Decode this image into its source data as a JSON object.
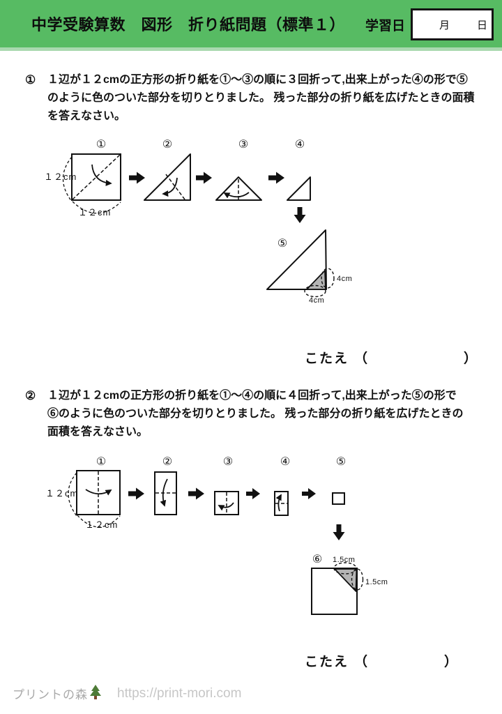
{
  "header": {
    "title": "中学受験算数　図形　折り紙問題（標準１）",
    "study_date_label": "学習日",
    "date_box": {
      "month": "月",
      "day": "日"
    }
  },
  "problem1": {
    "number": "①",
    "lines": [
      "１辺が１２cmの正方形の折り紙を①〜③の順に３回折って,出来上がった④の形で⑤",
      "のように色のついた部分を切りとりました。 残った部分の折り紙を広げたときの面積",
      "を答えなさい。"
    ],
    "step_labels": [
      "①",
      "②",
      "③",
      "④"
    ],
    "cut_step_label": "⑤",
    "side_left": "１２cm",
    "side_bottom": "１２cm",
    "cut_right": "4cm",
    "cut_bottom": "4cm",
    "answer": {
      "label": "こたえ",
      "open": "（",
      "close": "）"
    }
  },
  "problem2": {
    "number": "②",
    "lines": [
      "１辺が１２cmの正方形の折り紙を①〜④の順に４回折って,出来上がった⑤の形で",
      "⑥のように色のついた部分を切りとりました。 残った部分の折り紙を広げたときの",
      "面積を答えなさい。"
    ],
    "step_labels": [
      "①",
      "②",
      "③",
      "④",
      "⑤"
    ],
    "cut_step_label": "⑥",
    "side_left": "１２cm",
    "side_bottom": "１２cm",
    "cut_top": "1.5cm",
    "cut_right": "1.5cm",
    "answer": {
      "label": "こたえ",
      "open": "（",
      "close": "）"
    }
  },
  "footer": {
    "site_name": "プリントの森",
    "url": "https://print-mori.com"
  },
  "colors": {
    "header_green": "#57bb63",
    "header_green_light": "#a9d9af",
    "shade_gray": "#b5b5b5",
    "footer_gray": "#a9a9a9"
  }
}
